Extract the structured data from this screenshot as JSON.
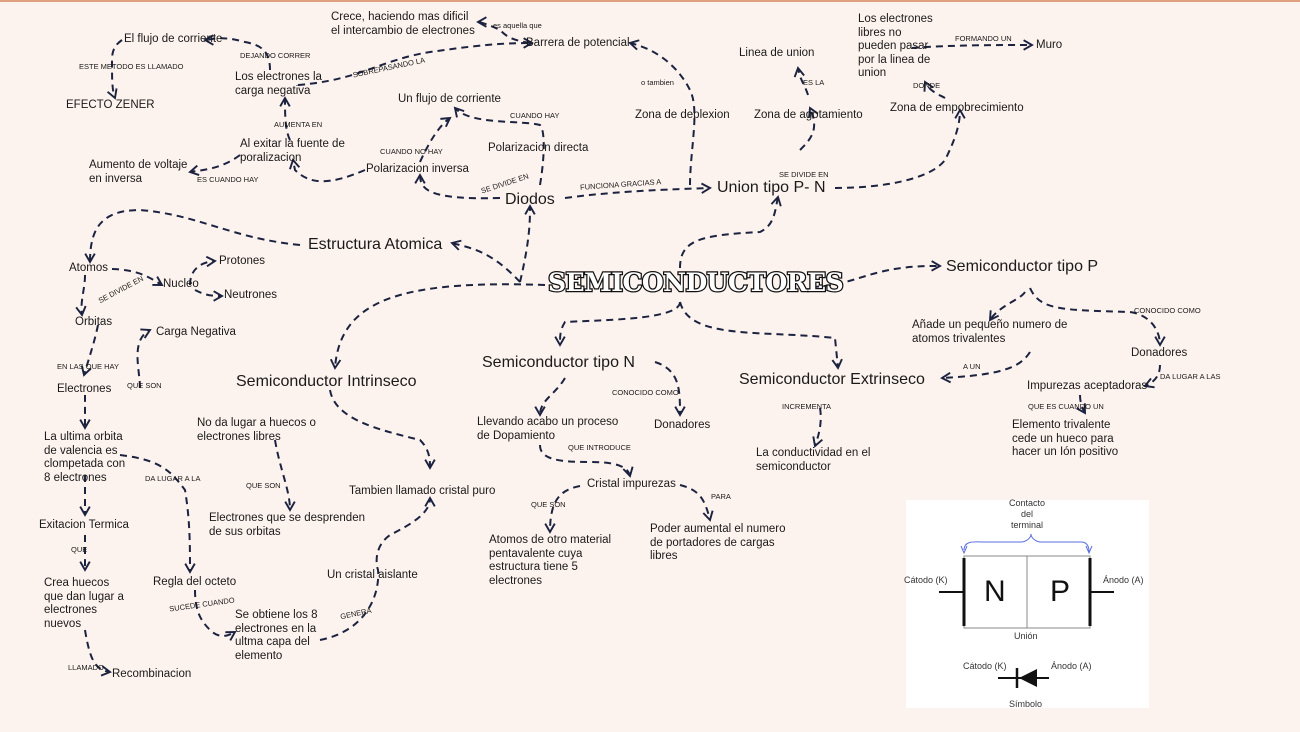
{
  "title": "SEMICONDUCTORES",
  "nodes": {
    "flujo_corriente_top": "El flujo de corriente",
    "efecto_zener": "EFECTO ZENER",
    "electrones_carga_negativa": "Los electrones la\ncarga negativa",
    "crece": "Crece, haciendo mas dificil\nel intercambio de electrones",
    "barrera": "Barrera de potencial",
    "un_flujo": "Un flujo de corriente",
    "al_exitar": "Al exitar la fuente de\nporalizacion",
    "aumento_voltaje": "Aumento de voltaje\nen inversa",
    "pol_inversa": "Polarizacion inversa",
    "pol_directa": "Polarizacion directa",
    "diodos": "Diodos",
    "zona_deplexion": "Zona de deplexion",
    "linea_union": "Linea de union",
    "zona_agotamiento": "Zona de agotamiento",
    "electrones_libres": "Los electrones\nlibres no\npueden pasar\npor la linea de\nunion",
    "muro": "Muro",
    "zona_empobrecimiento": "Zona de empobrecimiento",
    "union_pn": "Union tipo P- N",
    "estructura_atomica": "Estructura Atomica",
    "atomos": "Atomos",
    "nucleo": "Nucleo",
    "protones": "Protones",
    "neutrones": "Neutrones",
    "orbitas": "Orbitas",
    "carga_negativa": "Carga Negativa",
    "electrones": "Electrones",
    "ultima_orbita": "La ultima orbita\nde valencia es\nclompetada con\n8 electrones",
    "exitacion": "Exitacion Termica",
    "crea_huecos": "Crea huecos\nque dan lugar a\nelectrones\nnuevos",
    "recombinacion": "Recombinacion",
    "regla_octeto": "Regla del octeto",
    "se_obtiene": "Se obtiene los 8\nelectrones en la\nultma capa del\nelemento",
    "sc_intrinseco": "Semiconductor Intrinseco",
    "no_da_lugar": "No da lugar a huecos o\nelectrones libres",
    "electrones_desprenden": "Electrones que se desprenden\nde sus orbitas",
    "cristal_puro": "Tambien llamado cristal puro",
    "cristal_aislante": "Un cristal aislante",
    "sc_tipo_n": "Semiconductor tipo N",
    "llevando": "Llevando acabo un proceso\nde Dopamiento",
    "donadores_n": "Donadores",
    "cristal_impurezas": "Cristal impurezas",
    "atomos_otro": "Atomos de otro material\npentavalente cuya\nestructura tiene 5\nelectrones",
    "poder_aumentar": "Poder aumental el numero\nde portadores de cargas\nlibres",
    "sc_extrinseco": "Semiconductor Extrinseco",
    "conductividad": "La conductividad en el\nsemiconductor",
    "sc_tipo_p": "Semiconductor tipo P",
    "anade": "Añade un pequeño numero de\natomos trivalentes",
    "donadores_p": "Donadores",
    "impurezas_aceptadoras": "Impurezas aceptadoras",
    "elemento_trivalente": "Elemento trivalente\ncede un hueco para\nhacer un Ión positivo"
  },
  "labels": {
    "este_metodo": "ESTE METODO ES LLAMADO",
    "dejando_correr": "DEJANDO CORRER",
    "sobrepasando": "SOBREPASANDO LA",
    "es_aquella": "es aquella que",
    "aumenta_en": "AUMENTA EN",
    "es_cuando_hay": "ES CUANDO HAY",
    "cuando_no_hay": "CUANDO NO HAY",
    "cuando_hay": "CUANDO HAY",
    "se_divide_en_diodos": "SE DIVIDE EN",
    "funciona": "FUNCIONA GRACIAS A",
    "o_tambien": "o tambien",
    "es_la": "ES LA",
    "formando_un": "FORMANDO UN",
    "donde": "DONDE",
    "se_divide_en_union": "SE DIVIDE EN",
    "se_divide_en_atomos": "SE DIVIDE EN",
    "en_las_que_hay": "EN LAS QUE HAY",
    "que_son_carga": "QUE SON",
    "da_lugar_a_la": "DA LUGAR A LA",
    "que_exitacion": "QUE",
    "llamado": "LLAMADO",
    "sucede_cuando": "SUCEDE CUANDO",
    "que_son_intr": "QUE SON",
    "genera": "GENERA",
    "conocido_como_n": "CONOCIDO COMO",
    "que_introduce": "QUE INTRODUCE",
    "que_son_n": "QUE SON",
    "para": "PARA",
    "incrementa": "INCREMENTA",
    "conocido_como_p": "CONOCIDO COMO",
    "a_un": "A UN",
    "da_lugar_a_las": "DA LUGAR A LAS",
    "que_es_cuando_un": "QUE ES CUANDO UN"
  },
  "diagram_panel": {
    "contacto": "Contacto\ndel\nterminal",
    "catodo_top": "Cátodo (K)",
    "anodo_top": "Ánodo (A)",
    "n": "N",
    "p": "P",
    "union": "Unión",
    "catodo_bottom": "Cátodo (K)",
    "anodo_bottom": "Ánodo (A)",
    "simbolo": "Símbolo"
  },
  "colors": {
    "background": "#fdf3ee",
    "ink": "#1c2340",
    "brace": "#5b6ee0"
  }
}
